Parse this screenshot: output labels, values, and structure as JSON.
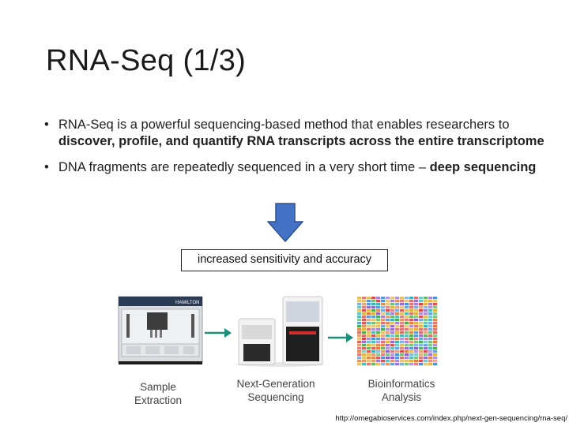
{
  "slide": {
    "title": "RNA-Seq (1/3)",
    "bullets": [
      {
        "lead": "RNA-Seq is a powerful sequencing-based method that enables researchers to ",
        "emph": "discover, profile, and quantify RNA transcripts across the entire transcriptome",
        "tail": ""
      },
      {
        "lead": "DNA fragments are repeatedly sequenced in a very short time – ",
        "emph": "deep sequencing",
        "tail": ""
      }
    ],
    "result_box": "increased sensitivity and accuracy",
    "source": "http://omegabioservices.com/index.php/next-gen-sequencing/rna-seq/"
  },
  "workflow": {
    "stages": [
      {
        "line1": "Sample",
        "line2": "Extraction",
        "icon": "liquid-handler-robot-image"
      },
      {
        "line1": "Next-Generation",
        "line2": "Sequencing",
        "icon": "sequencer-instrument-image"
      },
      {
        "line1": "Bioinformatics",
        "line2": "Analysis",
        "icon": "sequence-data-image"
      }
    ],
    "machine_brand": "HAMILTON"
  },
  "colors": {
    "arrow_fill": "#4472c4",
    "arrow_stroke": "#2f528f",
    "flow_arrow": "#1a8f7a"
  }
}
